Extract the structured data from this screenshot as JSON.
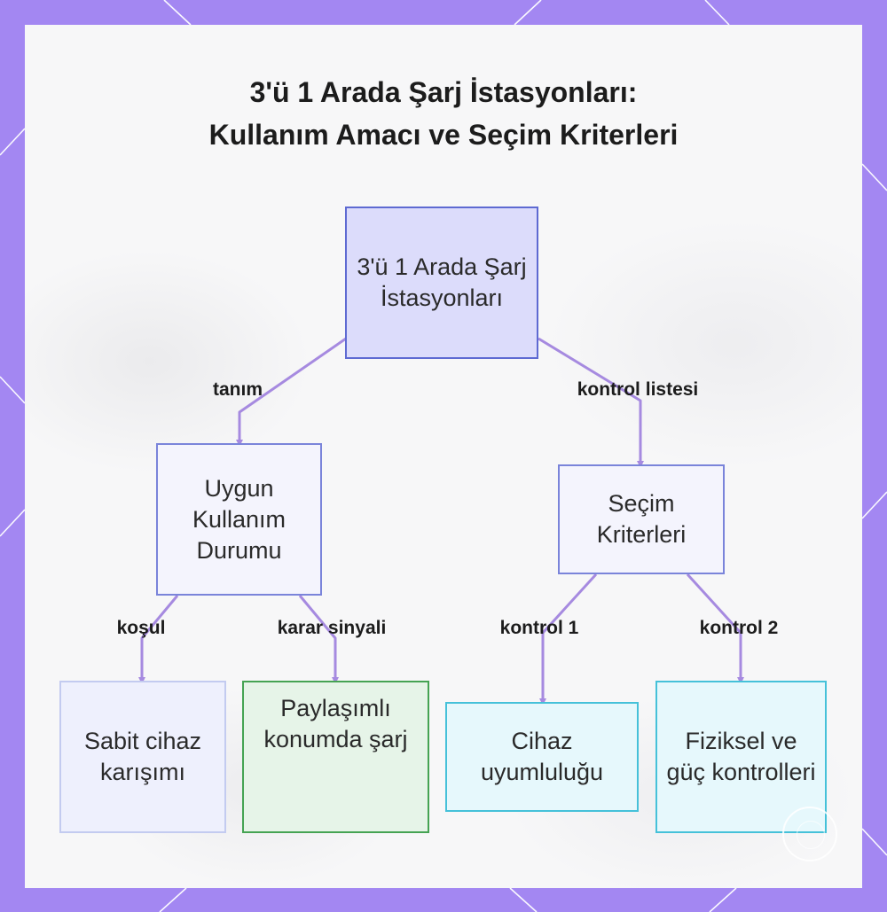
{
  "title": {
    "line1": "3'ü 1 Arada Şarj İstasyonları:",
    "line2": "Kullanım Amacı ve Seçim Kriterleri"
  },
  "nodes": {
    "root": "3'ü 1 Arada Şarj İstasyonları",
    "usage": "Uygun Kullanım Durumu",
    "criteria": "Seçim Kriterleri",
    "fixed_mix": "Sabit cihaz karışımı",
    "shared_charging": "Paylaşımlı konumda şarj",
    "compatibility": "Cihaz uyumluluğu",
    "physical_power": "Fiziksel ve güç kontrolleri"
  },
  "edges": {
    "root_usage": "tanım",
    "root_criteria": "kontrol listesi",
    "usage_fixed": "koşul",
    "usage_shared": "karar sinyali",
    "criteria_compat": "kontrol 1",
    "criteria_physical": "kontrol 2"
  },
  "colors": {
    "frame": "#a387f2",
    "card": "#f7f7f8",
    "connector": "#a68ae0",
    "root_fill": "#dcdcfb",
    "root_border": "#5e6ad2",
    "blue_fill": "#f4f4fd",
    "blue_border": "#7a84da",
    "pale_fill": "#eef0fd",
    "pale_border": "#c3cbf0",
    "green_fill": "#e6f4e8",
    "green_border": "#45a353",
    "cyan_fill": "#e6f8fc",
    "cyan_border": "#45c1d9"
  }
}
